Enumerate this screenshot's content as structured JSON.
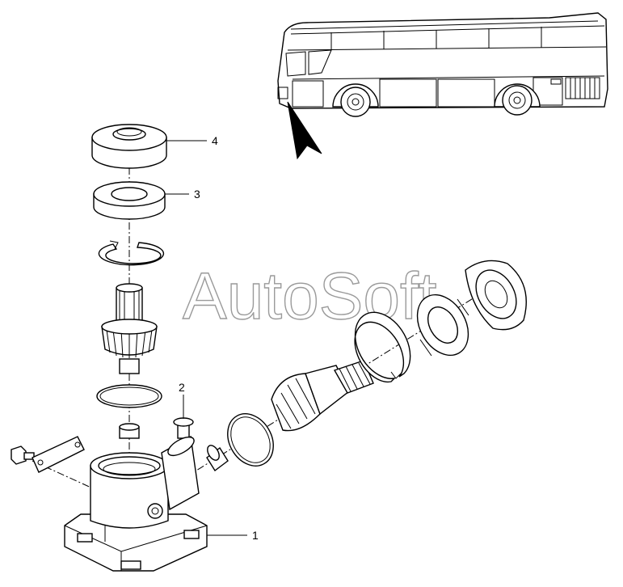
{
  "watermark": "AutoSoft",
  "callouts": [
    {
      "id": "1",
      "label": "1"
    },
    {
      "id": "2",
      "label": "2"
    },
    {
      "id": "3",
      "label": "3"
    },
    {
      "id": "4",
      "label": "4"
    }
  ],
  "icons": {
    "locator_vehicle": "bus-icon",
    "locator_arrow": "arrow-pointer-icon"
  },
  "colors": {
    "line": "#000000",
    "background": "#ffffff",
    "watermark": "#9a9a9a"
  }
}
